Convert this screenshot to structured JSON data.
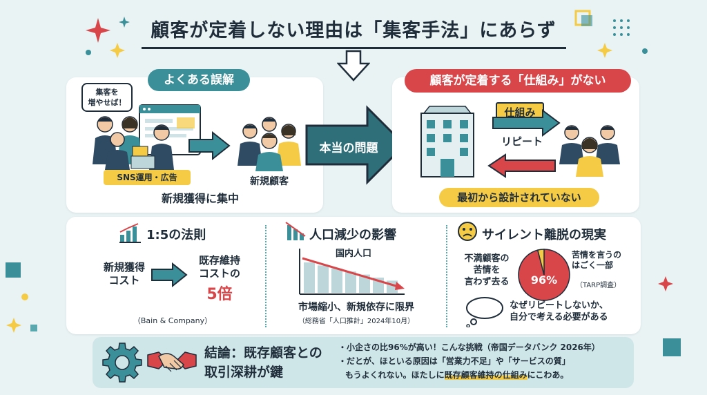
{
  "title": "顧客が定着しない理由は「集客手法」にあらず",
  "left_panel": {
    "header": "よくある誤解",
    "bubble": "集客を\n増やせば！",
    "sns_label": "SNS運用・広告",
    "new_customers_label": "新規顧客",
    "caption": "新規獲得に集中"
  },
  "middle_arrow": {
    "label": "本当の問題"
  },
  "right_panel": {
    "header": "顧客が定着する「仕組み」がない",
    "mechanism_label": "仕組み",
    "repeat_label": "リピート",
    "footer": "最初から設計されていない"
  },
  "section_rule": {
    "title": "1:5の法則",
    "left_text": "新規獲得\nコスト",
    "right_text": "既存維持\nコストの",
    "multiplier": "5倍",
    "source": "（Bain & Company）"
  },
  "section_population": {
    "title": "人口減少の影響",
    "chart_title": "国内人口",
    "caption": "市場縮小、新規依存に限界",
    "source": "（総務省「人口推計」2024年10月）"
  },
  "section_silent": {
    "title": "サイレント離脱の現実",
    "left_text": "不満顧客の\n苦情を\n言わず去る",
    "pie_label": "96%",
    "pie_note": "苦情を言うの\nはごく一部",
    "source": "（TARP調査）",
    "thought_text": "なぜリピートしないか、\n自分で考える必要がある"
  },
  "conclusion": {
    "heading_line1": "結論：既存顧客との",
    "heading_line2": "取引深耕が鍵",
    "bullet1": "・小企さの比96%が高い！こんな挑戦（帝国データバンク 2026年）",
    "bullet2": "・だとが、ほといる原因は「営業力不足」や「サービスの質」",
    "bullet3_prefix": "もうよくれない。ほたしに",
    "bullet3_highlight": "既存顧客維持の仕組み",
    "bullet3_suffix": "にこわあ。"
  },
  "chart_data": {
    "type": "bar",
    "title": "国内人口",
    "categories": [
      "",
      "",
      "",
      "",
      "",
      "",
      ""
    ],
    "values": [
      10,
      9,
      8,
      7,
      6,
      5,
      4
    ],
    "trend": "declining"
  },
  "pie_data": {
    "type": "pie",
    "slices": [
      {
        "name": "苦情を言わず去る",
        "value": 96,
        "color": "#d8464a"
      },
      {
        "name": "苦情を言う",
        "value": 4,
        "color": "#f5cb45"
      }
    ]
  },
  "colors": {
    "teal": "#3a8f99",
    "red": "#d8464a",
    "yellow": "#f5cb45",
    "navy": "#1f2d3a"
  }
}
